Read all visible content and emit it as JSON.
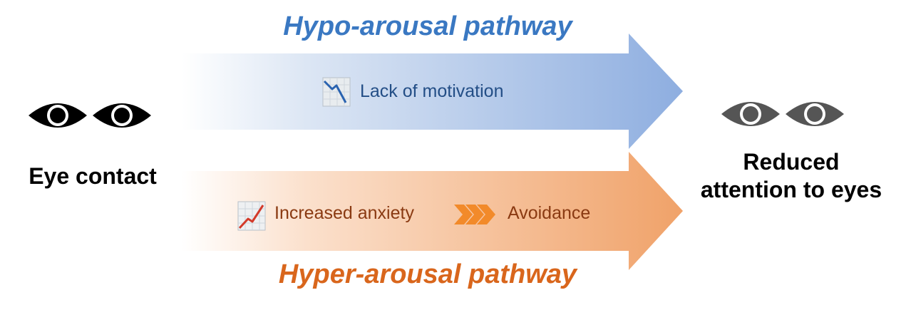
{
  "hypo": {
    "title": "Hypo-arousal pathway",
    "label": "Lack of motivation",
    "color": "#3a78c2",
    "gradient_start": "#ffffff",
    "gradient_end": "#8eaee0",
    "icon": "trending-down-chart-icon"
  },
  "hyper": {
    "title": "Hyper-arousal pathway",
    "label_anxiety": "Increased anxiety",
    "label_avoidance": "Avoidance",
    "color": "#d9661c",
    "gradient_start": "#ffffff",
    "gradient_end": "#f0a269",
    "icon": "trending-up-chart-icon",
    "chevrons_color": "#f28a2a"
  },
  "left": {
    "label": "Eye contact",
    "icon": "eyes-icon",
    "color": "#000000"
  },
  "right": {
    "label_line1": "Reduced",
    "label_line2": "attention to eyes",
    "icon": "dimmed-eyes-icon",
    "color": "#555555"
  }
}
